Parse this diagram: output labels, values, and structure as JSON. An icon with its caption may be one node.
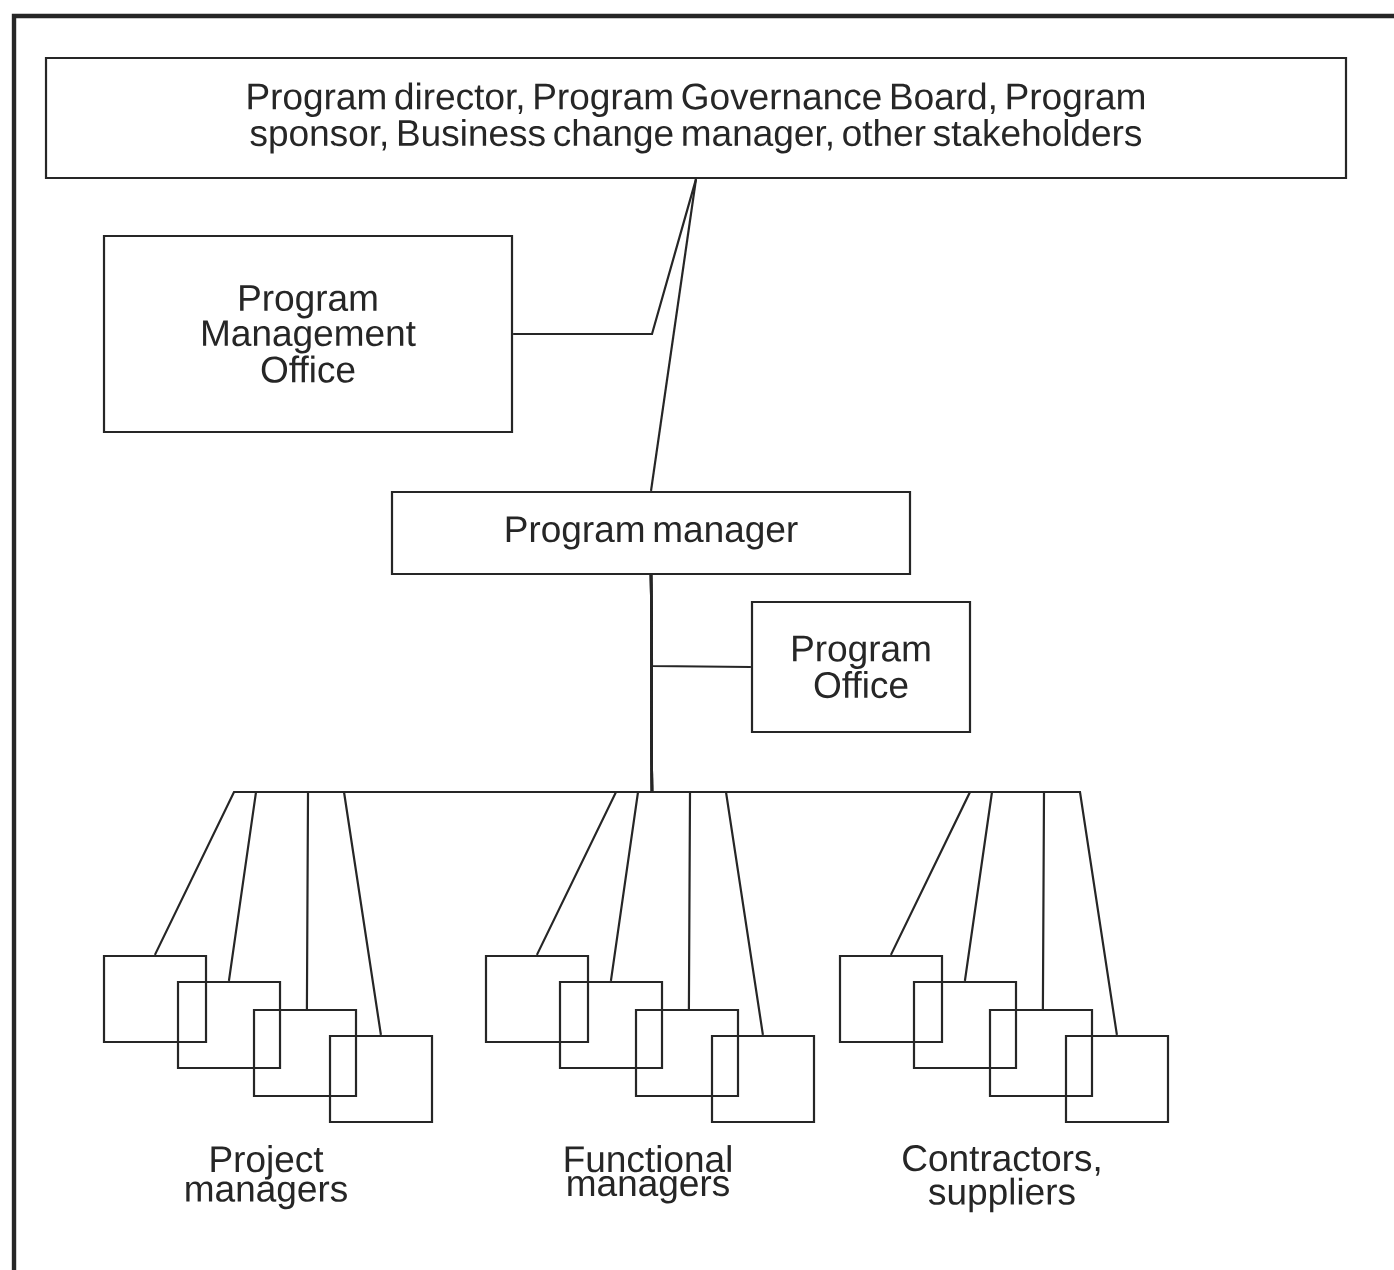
{
  "diagram": {
    "nodes": [
      {
        "text": [
          "Program director, Program Governance Board, Program sponsor, Business change manager, other stakeholders"
        ]
      },
      {
        "text": [
          "Program Management Office"
        ]
      },
      {
        "text": [
          "Program manager"
        ]
      },
      {
        "text": [
          "Program Office"
        ]
      },
      {
        "text": [],
        "shape": "box"
      },
      {
        "text": [],
        "shape": "box"
      },
      {
        "text": [],
        "shape": "box"
      },
      {
        "text": [],
        "shape": "box"
      },
      {
        "text": [],
        "shape": "box"
      },
      {
        "text": [],
        "shape": "box"
      },
      {
        "text": [],
        "shape": "box"
      },
      {
        "text": [],
        "shape": "box"
      },
      {
        "text": [],
        "shape": "box"
      },
      {
        "text": [],
        "shape": "box"
      },
      {
        "text": [],
        "shape": "box"
      },
      {
        "text": [],
        "shape": "box"
      }
    ],
    "edges": [
      {
        "from": 0,
        "to": 2,
        "arrow": "none"
      },
      {
        "from": 1,
        "to": 0,
        "arrow": "none"
      },
      {
        "from": 2,
        "to": 3,
        "arrow": "none"
      },
      {
        "from": 2,
        "to": 4,
        "arrow": "none"
      },
      {
        "from": 2,
        "to": 5,
        "arrow": "none"
      },
      {
        "from": 2,
        "to": 6,
        "arrow": "none"
      },
      {
        "from": 2,
        "to": 7,
        "arrow": "none"
      },
      {
        "from": 2,
        "to": 8,
        "arrow": "none"
      },
      {
        "from": 2,
        "to": 9,
        "arrow": "none"
      },
      {
        "from": 2,
        "to": 10,
        "arrow": "none"
      },
      {
        "from": 2,
        "to": 11,
        "arrow": "none"
      },
      {
        "from": 2,
        "to": 12,
        "arrow": "none"
      },
      {
        "from": 2,
        "to": 13,
        "arrow": "none"
      },
      {
        "from": 2,
        "to": 14,
        "arrow": "none"
      },
      {
        "from": 2,
        "to": 15,
        "arrow": "none"
      }
    ],
    "labels": [
      "Project managers",
      "Functional managers",
      "Contractors, suppliers"
    ]
  }
}
